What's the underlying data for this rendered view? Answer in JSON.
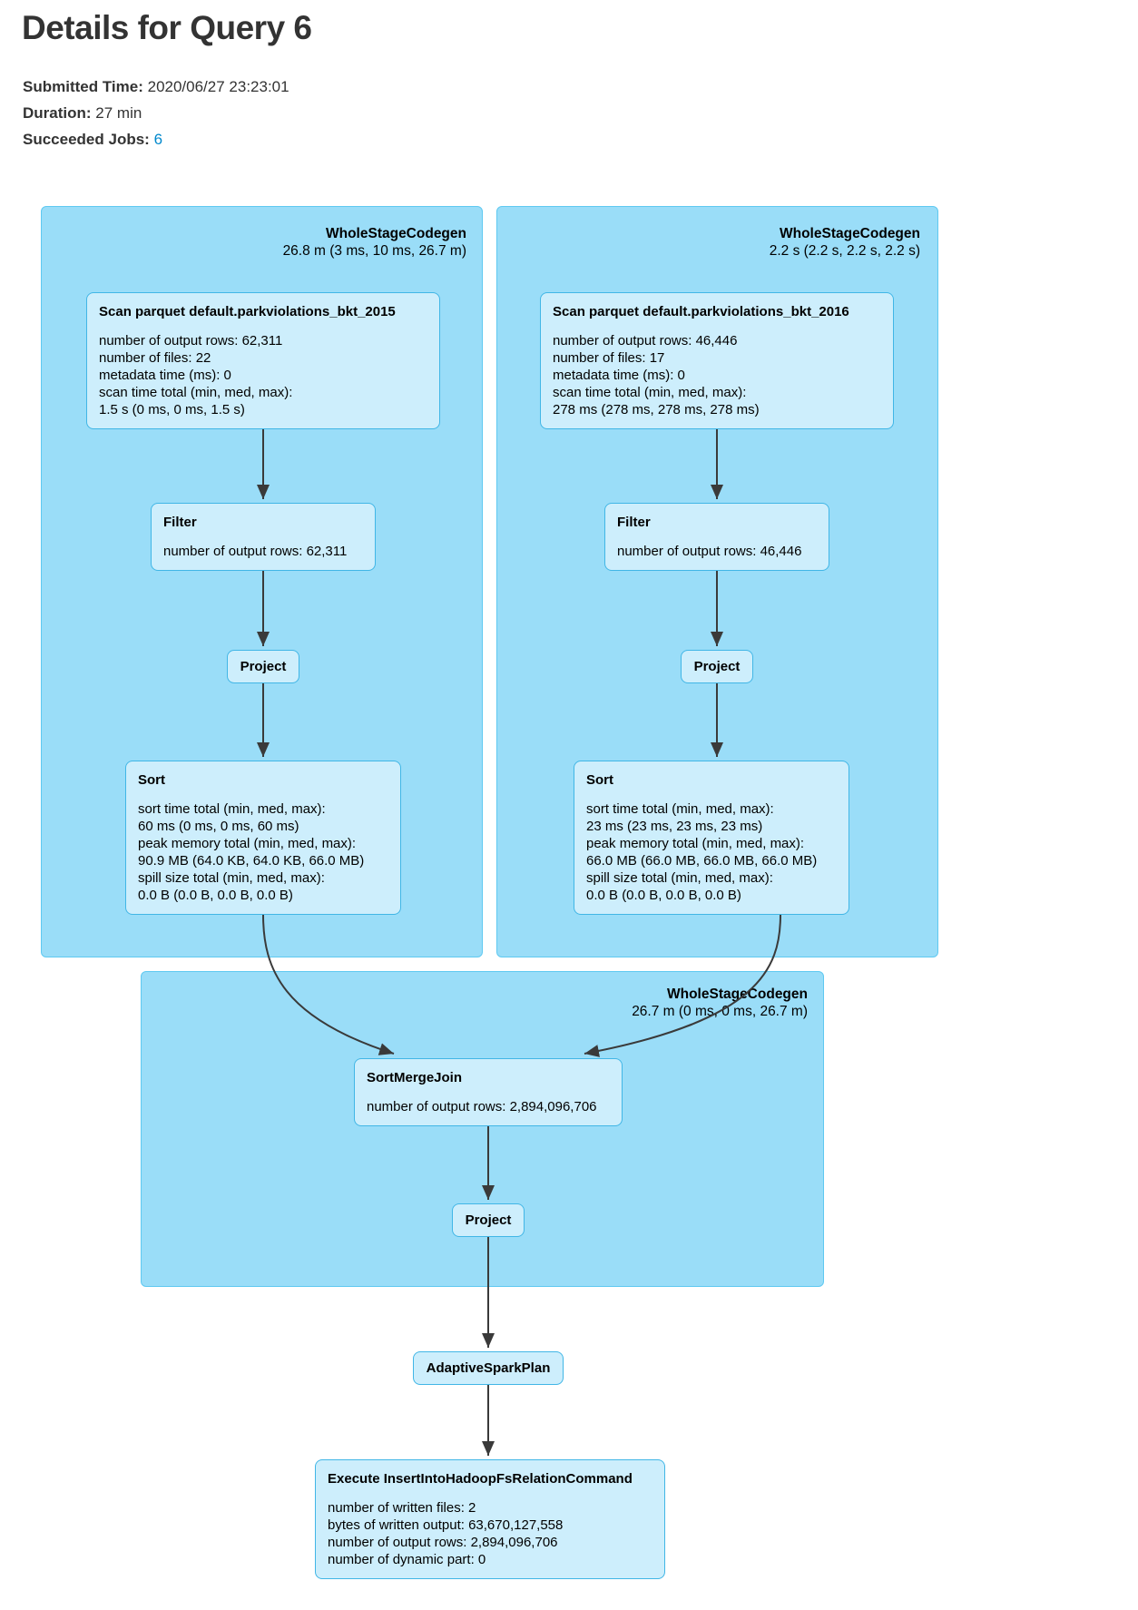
{
  "header": {
    "title": "Details for Query 6",
    "submitted_label": "Submitted Time:",
    "submitted_value": "2020/06/27 23:23:01",
    "duration_label": "Duration:",
    "duration_value": "27 min",
    "jobs_label": "Succeeded Jobs:",
    "jobs_value": "6"
  },
  "colors": {
    "cluster_fill": "#9ADDF8",
    "cluster_border": "#5FC9F1",
    "node_fill": "#CDEEFC",
    "node_border": "#41B6E6",
    "edge": "#3a3a3a",
    "link": "#0088cc",
    "heading": "#333333"
  },
  "clusters": {
    "left": {
      "name": "WholeStageCodegen",
      "timing": "26.8 m (3 ms, 10 ms, 26.7 m)"
    },
    "right": {
      "name": "WholeStageCodegen",
      "timing": "2.2 s (2.2 s, 2.2 s, 2.2 s)"
    },
    "bottom": {
      "name": "WholeStageCodegen",
      "timing": "26.7 m (0 ms, 0 ms, 26.7 m)"
    }
  },
  "nodes": {
    "scan_2015": {
      "title": "Scan parquet default.parkviolations_bkt_2015",
      "lines": [
        "number of output rows: 62,311",
        "number of files: 22",
        "metadata time (ms): 0",
        "scan time total (min, med, max):",
        "1.5 s (0 ms, 0 ms, 1.5 s)"
      ]
    },
    "filter_2015": {
      "title": "Filter",
      "lines": [
        "number of output rows: 62,311"
      ]
    },
    "project_2015": {
      "title": "Project"
    },
    "sort_2015": {
      "title": "Sort",
      "lines": [
        "sort time total (min, med, max):",
        "60 ms (0 ms, 0 ms, 60 ms)",
        "peak memory total (min, med, max):",
        "90.9 MB (64.0 KB, 64.0 KB, 66.0 MB)",
        "spill size total (min, med, max):",
        "0.0 B (0.0 B, 0.0 B, 0.0 B)"
      ]
    },
    "scan_2016": {
      "title": "Scan parquet default.parkviolations_bkt_2016",
      "lines": [
        "number of output rows: 46,446",
        "number of files: 17",
        "metadata time (ms): 0",
        "scan time total (min, med, max):",
        "278 ms (278 ms, 278 ms, 278 ms)"
      ]
    },
    "filter_2016": {
      "title": "Filter",
      "lines": [
        "number of output rows: 46,446"
      ]
    },
    "project_2016": {
      "title": "Project"
    },
    "sort_2016": {
      "title": "Sort",
      "lines": [
        "sort time total (min, med, max):",
        "23 ms (23 ms, 23 ms, 23 ms)",
        "peak memory total (min, med, max):",
        "66.0 MB (66.0 MB, 66.0 MB, 66.0 MB)",
        "spill size total (min, med, max):",
        "0.0 B (0.0 B, 0.0 B, 0.0 B)"
      ]
    },
    "sort_merge_join": {
      "title": "SortMergeJoin",
      "lines": [
        "number of output rows: 2,894,096,706"
      ]
    },
    "project_join": {
      "title": "Project"
    },
    "adaptive_spark_plan": {
      "title": "AdaptiveSparkPlan"
    },
    "execute_insert": {
      "title": "Execute InsertIntoHadoopFsRelationCommand",
      "lines": [
        "number of written files: 2",
        "bytes of written output: 63,670,127,558",
        "number of output rows: 2,894,096,706",
        "number of dynamic part: 0"
      ]
    }
  }
}
